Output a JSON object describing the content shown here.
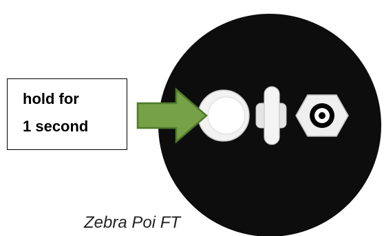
{
  "callout": {
    "line1": "hold for",
    "line2": "1 second"
  },
  "caption": "Zebra Poi FT",
  "colors": {
    "device_body": "#0d0d0d",
    "arrow_fill": "#77a146",
    "arrow_stroke": "#4f7a2b",
    "control_fill": "#efefef",
    "control_stroke": "#bdbdbd"
  },
  "icons": {
    "arrow": "arrow-right-icon",
    "power_button": "round-button-icon",
    "switch": "slide-switch-icon",
    "charging_port": "hex-jack-icon"
  }
}
